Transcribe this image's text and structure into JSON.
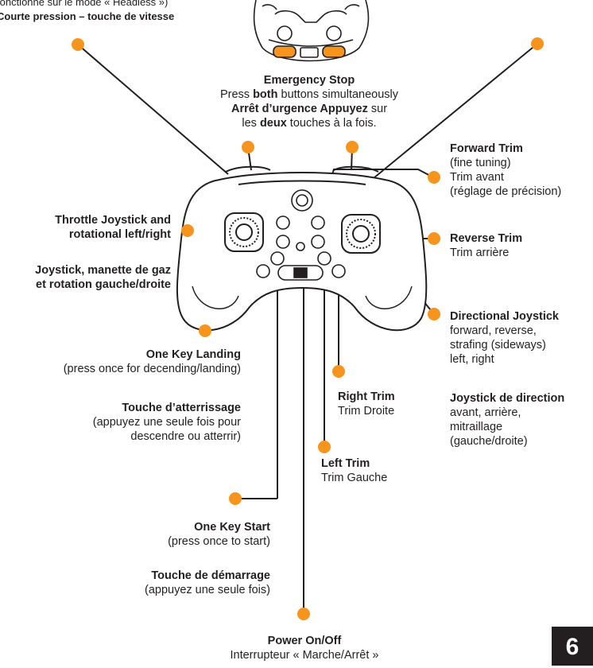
{
  "top_partial": {
    "line1": "fonctionne sur le mode « Headless »)",
    "line2": "Courte pression – touche de vitesse"
  },
  "emergency_stop": {
    "title": "Emergency Stop",
    "line_en_pre": "Press ",
    "line_en_bold": "both",
    "line_en_post": " buttons simultaneously",
    "line_fr_bold1": "Arrêt d’urgence Appuyez",
    "line_fr_post1": " sur",
    "line_fr2_pre": "les ",
    "line_fr2_bold": "deux",
    "line_fr2_post": " touches à la fois."
  },
  "forward_trim": {
    "title": "Forward Trim",
    "lines": [
      "(fine tuning)",
      "Trim avant",
      "(réglage de précision)"
    ]
  },
  "reverse_trim": {
    "title": "Reverse Trim",
    "lines": [
      "Trim arrière"
    ]
  },
  "throttle": {
    "title1": "Throttle Joystick and",
    "title2": "rotational left/right",
    "fr1": "Joystick, manette de gaz",
    "fr2": "et rotation gauche/droite"
  },
  "directional": {
    "title": "Directional Joystick",
    "lines": [
      "forward, reverse,",
      "strafing (sideways)",
      "left, right"
    ],
    "fr_title": "Joystick de direction",
    "fr_lines": [
      "avant, arrière,",
      "mitraillage",
      "(gauche/droite)"
    ]
  },
  "one_key_landing": {
    "title": "One Key Landing",
    "line": "(press once for decending/landing)",
    "fr_title": "Touche d’atterrissage",
    "fr_lines": [
      "(appuyez une seule fois pour",
      "descendre ou atterrir)"
    ]
  },
  "right_trim": {
    "title": "Right Trim",
    "line": "Trim Droite"
  },
  "left_trim": {
    "title": "Left Trim",
    "line": "Trim Gauche"
  },
  "one_key_start": {
    "title": "One Key Start",
    "line": "(press once to start)",
    "fr_title": "Touche de démarrage",
    "fr_line": "(appuyez une seule fois)"
  },
  "power": {
    "title": "Power On/Off",
    "line": "Interrupteur « Marche/Arrêt »"
  },
  "page_number": "6",
  "colors": {
    "accent": "#f7941d",
    "ink": "#231f20"
  }
}
